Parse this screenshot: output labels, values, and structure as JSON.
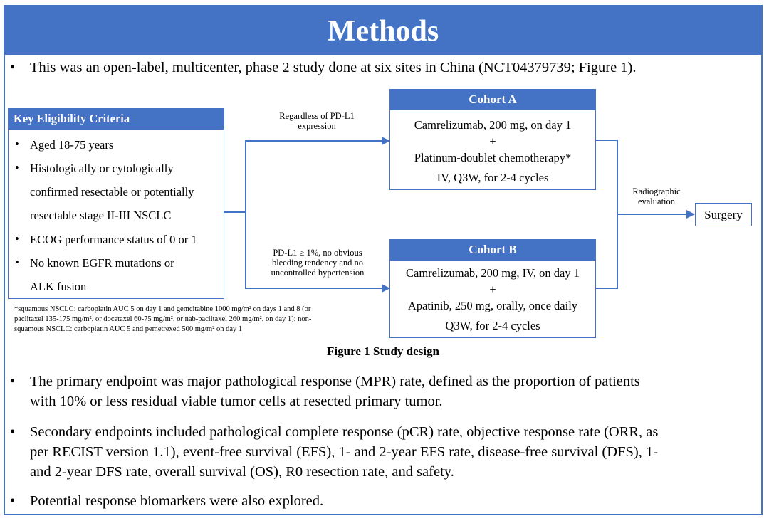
{
  "header": {
    "title": "Methods"
  },
  "intro": "This was an open-label, multicenter, phase 2 study done at six sites in China (NCT04379739; Figure 1).",
  "eligibility": {
    "title": "Key  Eligibility Criteria",
    "items": [
      "Aged 18-75 years",
      "Histologically or cytologically",
      "confirmed resectable or potentially",
      "resectable stage II-III  NSCLC",
      "ECOG performance status of 0 or 1",
      "No known EGFR mutations or",
      "ALK fusion"
    ]
  },
  "cohort_a": {
    "title": "Cohort A",
    "label_line1": "Regardless  of PD-L1",
    "label_line2": "expression",
    "lines": [
      "Camrelizumab, 200 mg, on day 1",
      "+",
      "Platinum-doublet chemotherapy*",
      "IV, Q3W, for 2-4 cycles"
    ]
  },
  "cohort_b": {
    "title": "Cohort B",
    "label_line1": "PD-L1 ≥ 1%, no obvious",
    "label_line2": "bleeding tendency and no",
    "label_line3": "uncontrolled hypertension",
    "lines": [
      "Camrelizumab, 200 mg, IV, on day 1",
      "+",
      "Apatinib, 250 mg, orally, once daily",
      "Q3W, for 2-4 cycles"
    ]
  },
  "radiographic": {
    "line1": "Radiographic",
    "line2": "evaluation"
  },
  "surgery": "Surgery",
  "footnote": {
    "line1": "*squamous NSCLC: carboplatin AUC 5 on day 1 and gemcitabine 1000 mg/m² on days 1 and 8 (or",
    "line2": "paclitaxel 135-175 mg/m², or docetaxel 60-75 mg/m², or nab-paclitaxel 260 mg/m², on day 1); non-",
    "line3": "squamous NSCLC: carboplatin AUC 5 and pemetrexed 500 mg/m² on day 1"
  },
  "figure_caption": "Figure 1 Study design",
  "bullets": {
    "primary_1": "The primary endpoint was major pathological response (MPR) rate, defined as the proportion of patients",
    "primary_2": "with 10% or less residual viable tumor cells at resected primary tumor.",
    "secondary_1": "Secondary endpoints included pathological complete response (pCR) rate, objective response rate (ORR, as",
    "secondary_2": "per RECIST version 1.1), event-free survival (EFS), 1- and 2-year EFS rate, disease-free survival (DFS), 1-",
    "secondary_3": "and 2-year DFS rate, overall survival (OS), R0 resection rate, and safety.",
    "biomarkers": "Potential response biomarkers were also explored."
  },
  "colors": {
    "accent": "#4472c4"
  }
}
